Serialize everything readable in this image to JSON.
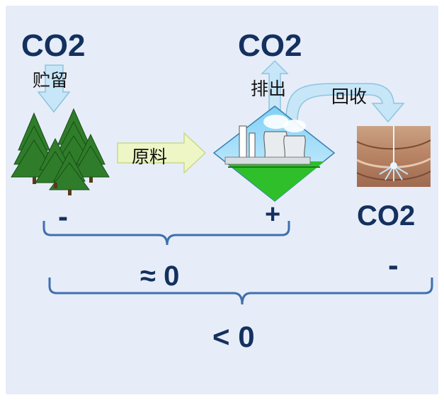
{
  "labels": {
    "co2_storage": "CO2",
    "storage": "贮留",
    "co2_emission": "CO2",
    "emission": "排出",
    "recovery": "回收",
    "raw_material": "原料",
    "co2_underground": "CO2",
    "sign_minus_forest": "-",
    "sign_plus_plant": "+",
    "approx_zero": "≈ 0",
    "sign_minus_capture": "-",
    "less_than_zero": "< 0"
  },
  "colors": {
    "background": "#e6edf8",
    "text_dark": "#14305e",
    "bracket": "#3f6fae",
    "arrow_fill": "#c7e6f7",
    "arrow_stroke": "#8fc3e0",
    "raw_arrow": "#eef6c6",
    "tree_green": "#2f7d2a",
    "grass_green": "#2fbf2a"
  }
}
